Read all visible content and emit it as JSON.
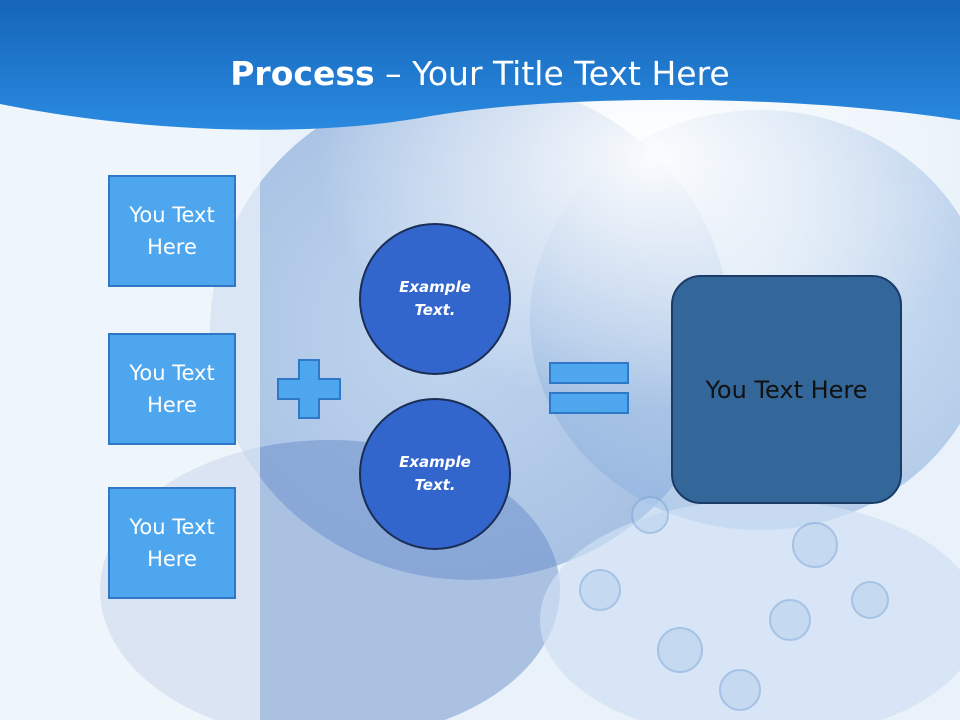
{
  "slide": {
    "title_bold": "Process",
    "title_rest": " – Your Title Text Here",
    "inputs": [
      {
        "label": "You Text Here"
      },
      {
        "label": "You Text Here"
      },
      {
        "label": "You Text Here"
      }
    ],
    "circles": [
      {
        "label": "Example Text."
      },
      {
        "label": "Example Text."
      }
    ],
    "result": {
      "label": "You Text Here"
    }
  },
  "colors": {
    "header": "#1a73c8",
    "input_box": "#4ea6ee",
    "circle": "#3366cc",
    "result_box": "#336699",
    "operator": "#4ea6ee"
  },
  "icons": [
    "plus-icon",
    "equals-icon"
  ]
}
